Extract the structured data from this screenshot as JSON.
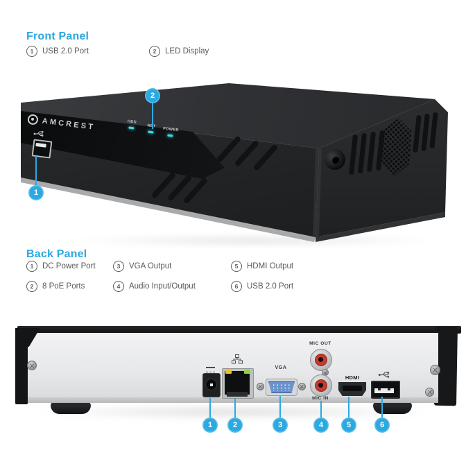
{
  "colors": {
    "accent": "#2BA9E1",
    "text_gray": "#57585B",
    "led_cyan": "#3FD9E6"
  },
  "front_section": {
    "title": "Front Panel",
    "legend": [
      {
        "num": "1",
        "label": "USB 2.0 Port"
      },
      {
        "num": "2",
        "label": "LED Display"
      }
    ],
    "device": {
      "brand": "AMCREST",
      "led_labels": [
        {
          "label": "HDD"
        },
        {
          "label": "NET"
        },
        {
          "label": "POWER"
        }
      ],
      "callouts": [
        {
          "num": "1"
        },
        {
          "num": "2"
        }
      ]
    }
  },
  "back_section": {
    "title": "Back Panel",
    "legend": [
      {
        "num": "1",
        "label": "DC Power Port"
      },
      {
        "num": "2",
        "label": "8 PoE Ports"
      },
      {
        "num": "3",
        "label": "VGA Output"
      },
      {
        "num": "4",
        "label": "Audio Input/Output"
      },
      {
        "num": "5",
        "label": "HDMI Output"
      },
      {
        "num": "6",
        "label": "USB 2.0 Port"
      }
    ],
    "device": {
      "labels": {
        "vga": "VGA",
        "mic_out": "MIC OUT",
        "mic_in": "MIC IN",
        "hdmi": "HDMI"
      },
      "callouts": [
        {
          "num": "1"
        },
        {
          "num": "2"
        },
        {
          "num": "3"
        },
        {
          "num": "4"
        },
        {
          "num": "5"
        },
        {
          "num": "6"
        }
      ]
    }
  }
}
